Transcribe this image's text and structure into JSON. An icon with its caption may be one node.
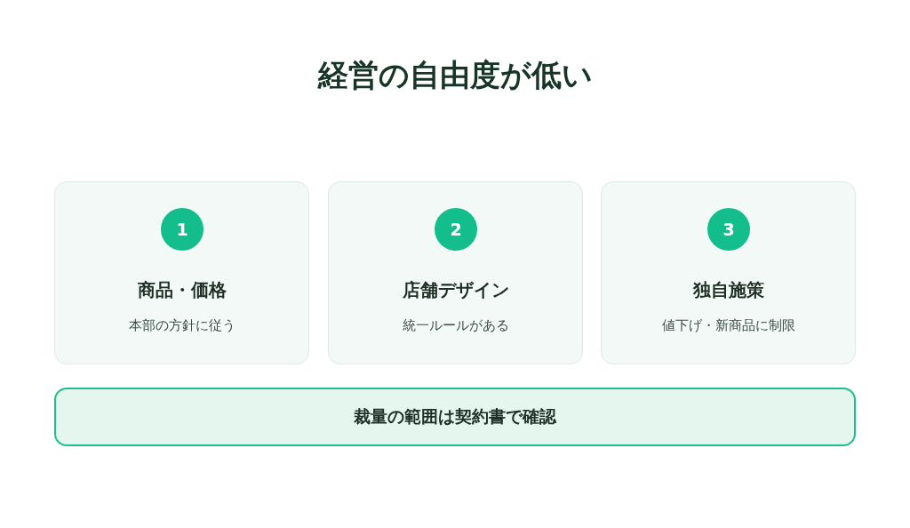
{
  "diagram": {
    "title": "経営の自由度が低い",
    "nodes": [
      {
        "text": [
          "商品・価格",
          "本部の方針に従う"
        ]
      },
      {
        "text": [
          "1"
        ],
        "in": 0
      },
      {
        "text": [
          "店舗デザイン",
          "統一ルールがある"
        ]
      },
      {
        "text": [
          "2"
        ],
        "in": 2
      },
      {
        "text": [
          "独自施策",
          "値下げ・新商品に制限"
        ]
      },
      {
        "text": [
          "3"
        ],
        "in": 4
      },
      {
        "text": [
          "裁量の範囲は契約書で確認"
        ]
      }
    ]
  }
}
